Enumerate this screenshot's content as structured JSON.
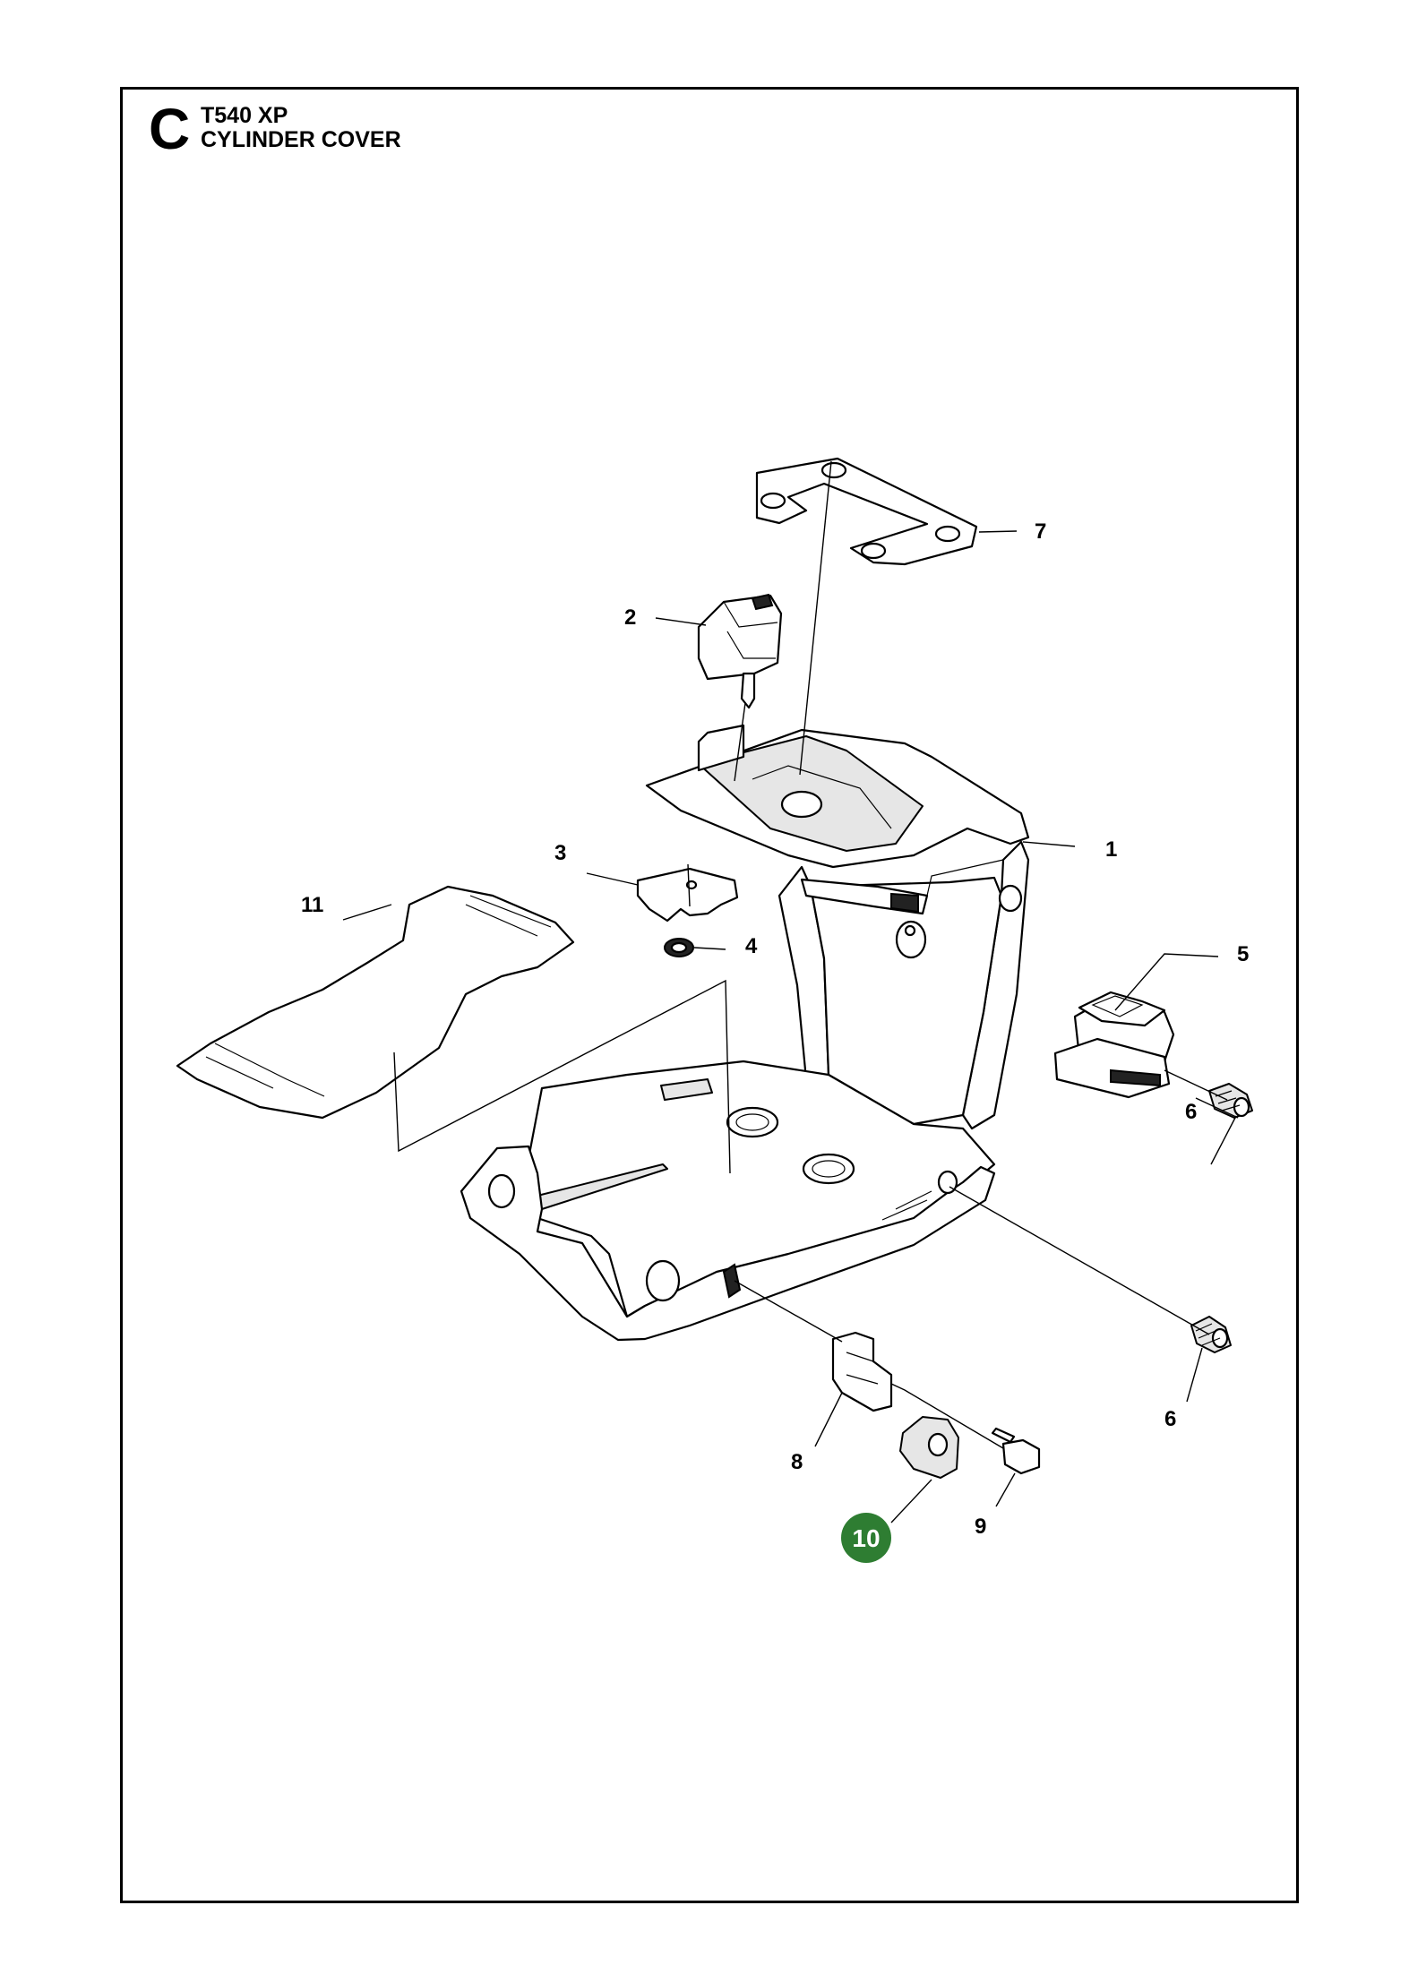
{
  "header": {
    "section_letter": "C",
    "model": "T540 XP",
    "title": "CYLINDER COVER"
  },
  "callouts": [
    {
      "id": "1",
      "label": "1",
      "highlighted": false
    },
    {
      "id": "2",
      "label": "2",
      "highlighted": false
    },
    {
      "id": "3",
      "label": "3",
      "highlighted": false
    },
    {
      "id": "4",
      "label": "4",
      "highlighted": false
    },
    {
      "id": "5",
      "label": "5",
      "highlighted": false
    },
    {
      "id": "6a",
      "label": "6",
      "highlighted": false
    },
    {
      "id": "6b",
      "label": "6",
      "highlighted": false
    },
    {
      "id": "7",
      "label": "7",
      "highlighted": false
    },
    {
      "id": "8",
      "label": "8",
      "highlighted": false
    },
    {
      "id": "9",
      "label": "9",
      "highlighted": false
    },
    {
      "id": "10",
      "label": "10",
      "highlighted": true
    },
    {
      "id": "11",
      "label": "11",
      "highlighted": false
    }
  ],
  "colors": {
    "highlight": "#2e7d32",
    "line": "#000000",
    "background": "#ffffff"
  }
}
